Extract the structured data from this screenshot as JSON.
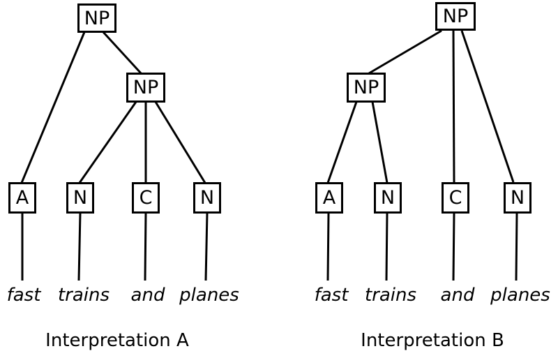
{
  "colors": {
    "line": "#000000",
    "background": "#ffffff",
    "text": "#000000"
  },
  "trees": [
    {
      "caption": "Interpretation A",
      "root_label": "NP",
      "inner_label": "NP",
      "leaves": [
        "A",
        "N",
        "C",
        "N"
      ],
      "words": [
        "fast",
        "trains",
        "and",
        "planes"
      ],
      "structure": "NP -> A (NP -> N C N)"
    },
    {
      "caption": "Interpretation B",
      "root_label": "NP",
      "inner_label": "NP",
      "leaves": [
        "A",
        "N",
        "C",
        "N"
      ],
      "words": [
        "fast",
        "trains",
        "and",
        "planes"
      ],
      "structure": "NP -> (NP -> A N) C N"
    }
  ]
}
